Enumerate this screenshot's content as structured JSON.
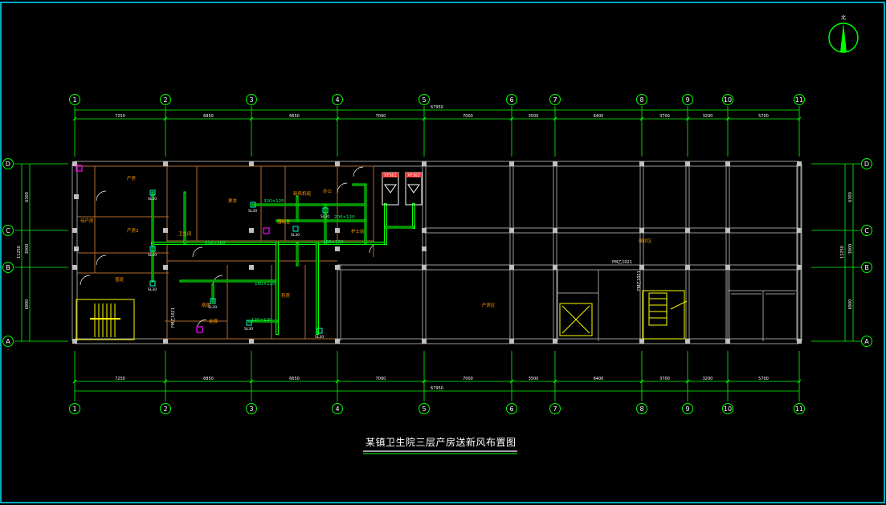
{
  "title": "某镇卫生院三层产房送新风布置图",
  "north_label": "北",
  "axes_columns": [
    "1",
    "2",
    "3",
    "4",
    "5",
    "6",
    "7",
    "8",
    "9",
    "10",
    "11"
  ],
  "axes_rows": [
    "D",
    "C",
    "B",
    "A"
  ],
  "dims_top": [
    "7250",
    "6850",
    "6650",
    "7000",
    "7000",
    "3500",
    "6400",
    "3700",
    "3200",
    "5700"
  ],
  "dims_total": "67950",
  "dims_left": [
    "6300",
    "3000",
    "6900"
  ],
  "dims_left_outer": "11250",
  "room_labels": {
    "r1": "产房",
    "r2": "产房2",
    "r3": "待产房",
    "r4": "更衣",
    "r5": "卫生间",
    "r6": "新风机组",
    "r7": "办公",
    "r8": "器械室",
    "r9": "护士站",
    "r10": "值班",
    "r11": "病房",
    "r12": "产房区",
    "r13": "候诊区",
    "r14": "药房",
    "r15": "走廊"
  },
  "duct_labels": {
    "d1": "320×120",
    "d2": "200×120",
    "d3": "400×120",
    "d4": "250×160",
    "d5": "160×120",
    "d6": "120×120"
  },
  "fan_labels": [
    "XF301",
    "XF302"
  ],
  "door_labels": [
    "FM乙1021",
    "FM乙1021",
    "FM乙1021"
  ],
  "diffuser_labels": [
    "SL30",
    "SL30",
    "SL30",
    "SL30",
    "SL30",
    "SL30",
    "SL30",
    "SL30",
    "SL30"
  ]
}
